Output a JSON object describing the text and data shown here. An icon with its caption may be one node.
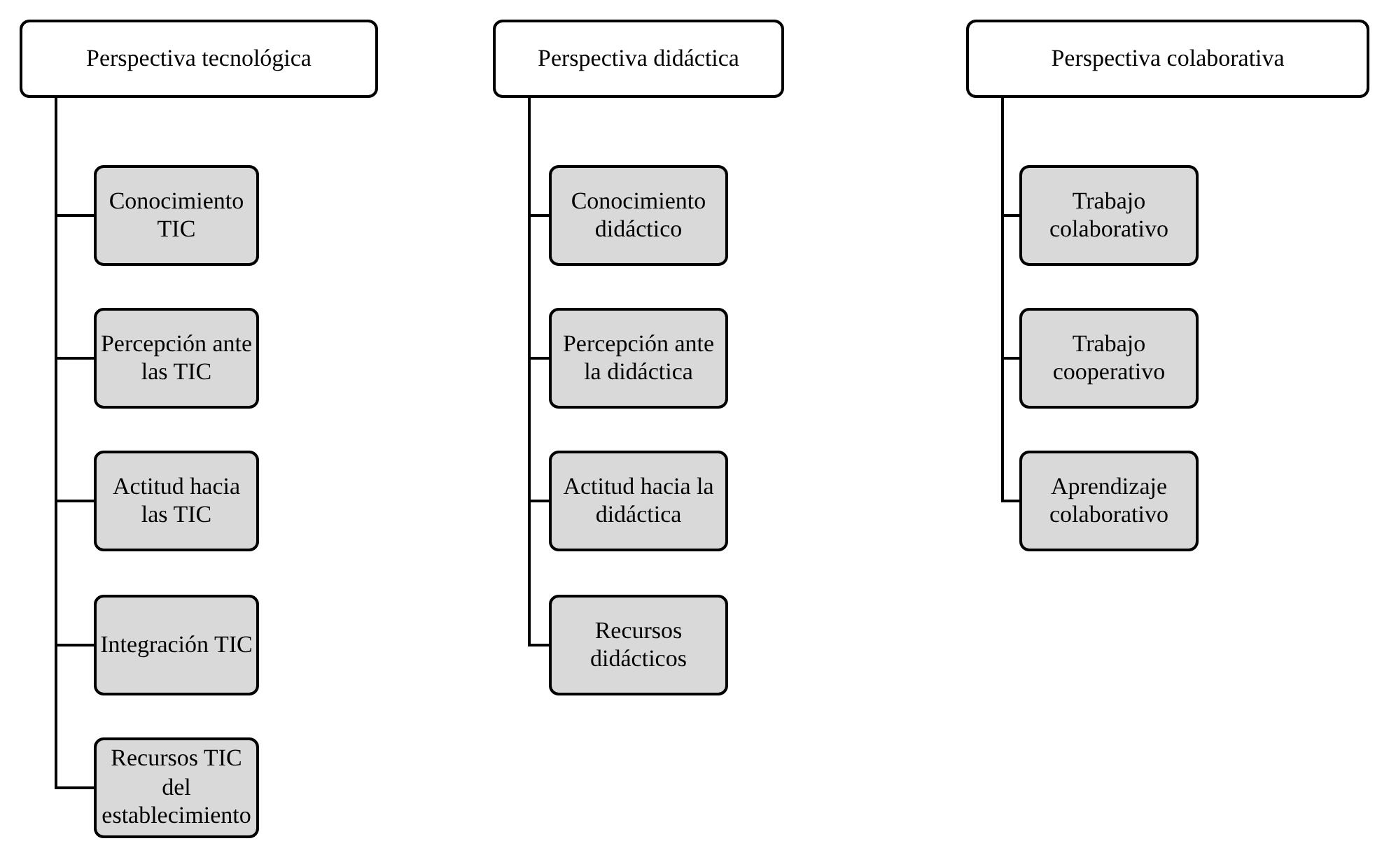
{
  "diagram": {
    "nodes": [
      {
        "text": [
          "Perspectiva tecnológica"
        ]
      },
      {
        "text": [
          "Perspectiva didáctica"
        ]
      },
      {
        "text": [
          "Perspectiva colaborativa"
        ]
      },
      {
        "text": [
          "Conocimiento TIC"
        ]
      },
      {
        "text": [
          "Percepción ante las TIC"
        ]
      },
      {
        "text": [
          "Actitud hacia las TIC"
        ]
      },
      {
        "text": [
          "Integración TIC"
        ]
      },
      {
        "text": [
          "Recursos TIC del establecimiento"
        ]
      },
      {
        "text": [
          "Conocimiento didáctico"
        ]
      },
      {
        "text": [
          "Percepción ante la didáctica"
        ]
      },
      {
        "text": [
          "Actitud hacia la didáctica"
        ]
      },
      {
        "text": [
          "Recursos didácticos"
        ]
      },
      {
        "text": [
          "Trabajo colaborativo"
        ]
      },
      {
        "text": [
          "Trabajo cooperativo"
        ]
      },
      {
        "text": [
          "Aprendizaje colaborativo"
        ]
      }
    ],
    "edges": [
      {
        "from": 0,
        "to": 3,
        "arrow": "none"
      },
      {
        "from": 0,
        "to": 4,
        "arrow": "none"
      },
      {
        "from": 0,
        "to": 5,
        "arrow": "none"
      },
      {
        "from": 0,
        "to": 6,
        "arrow": "none"
      },
      {
        "from": 0,
        "to": 7,
        "arrow": "none"
      },
      {
        "from": 1,
        "to": 8,
        "arrow": "none"
      },
      {
        "from": 1,
        "to": 9,
        "arrow": "none"
      },
      {
        "from": 1,
        "to": 10,
        "arrow": "none"
      },
      {
        "from": 1,
        "to": 11,
        "arrow": "none"
      },
      {
        "from": 2,
        "to": 12,
        "arrow": "none"
      },
      {
        "from": 2,
        "to": 13,
        "arrow": "none"
      },
      {
        "from": 2,
        "to": 14,
        "arrow": "none"
      }
    ]
  }
}
